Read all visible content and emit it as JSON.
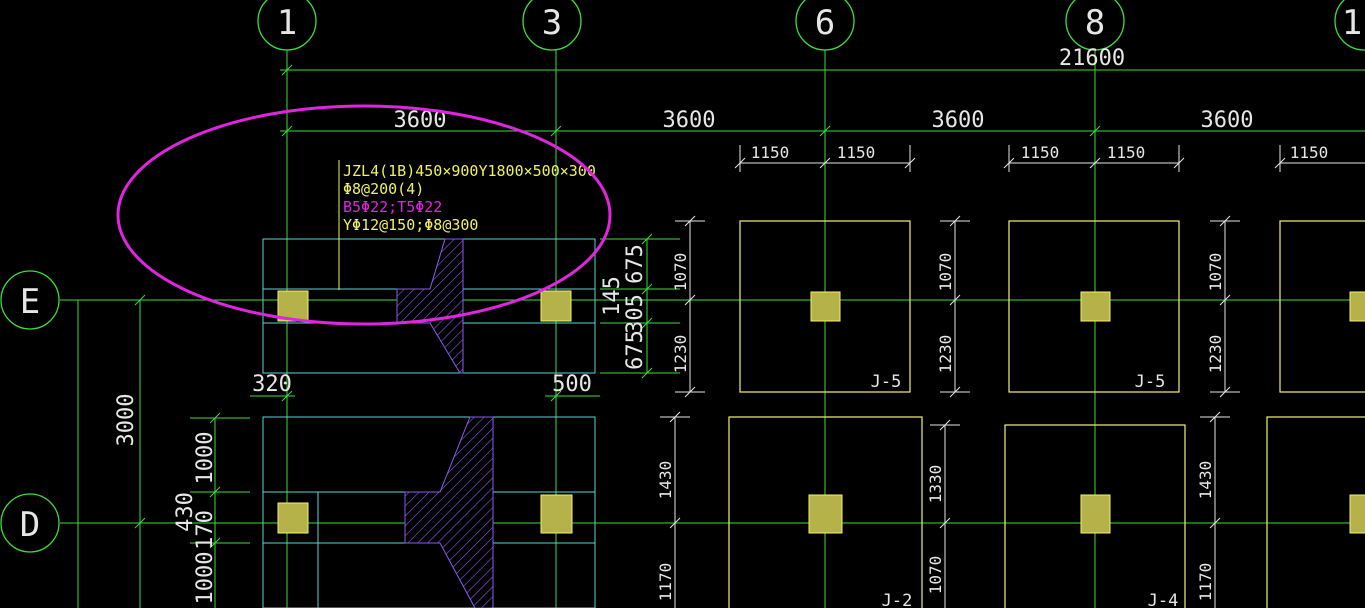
{
  "colors": {
    "background": "#000000",
    "axis_green": "#3ddc3d",
    "dim_white": "#e6e6e6",
    "footing_yellow": "#f2f26a",
    "column_fill": "#b5b24a",
    "beam_cyan": "#5bd3d3",
    "hatch_purple": "#8a5cf0",
    "annotation_magenta": "#e024e0",
    "label_yellow": "#f0f060"
  },
  "grid_axes": {
    "vertical": [
      "1",
      "3",
      "6",
      "8",
      "1"
    ],
    "horizontal": [
      "E",
      "D"
    ]
  },
  "dimensions": {
    "overall": "21600",
    "bays": [
      "3600",
      "3600",
      "3600",
      "3600"
    ],
    "footing_halves": [
      "1150",
      "1150",
      "1150",
      "1150",
      "1150"
    ],
    "left_vertical": [
      "3000"
    ],
    "beam_column_offsets": [
      "320",
      "500"
    ],
    "beam_section_vertical": [
      "675",
      "145",
      "305",
      "675"
    ],
    "d_row_vertical": [
      "1000",
      "430",
      "170",
      "1000"
    ],
    "footing_e_vertical": [
      "1070",
      "1230",
      "1070",
      "1230",
      "1070",
      "1230"
    ],
    "footing_d_vertical": [
      "1430",
      "1170",
      "1330",
      "1070",
      "1430",
      "1170"
    ]
  },
  "footing_labels": [
    "J-5",
    "J-5",
    "J-2",
    "J-4"
  ],
  "beam_annotation": {
    "line1": "JZL4(1B)450×900Y1800×500×300",
    "line2": "Φ8@200(4)",
    "line3": "B5Φ22;T5Φ22",
    "line4": "YΦ12@150;Φ8@300"
  }
}
